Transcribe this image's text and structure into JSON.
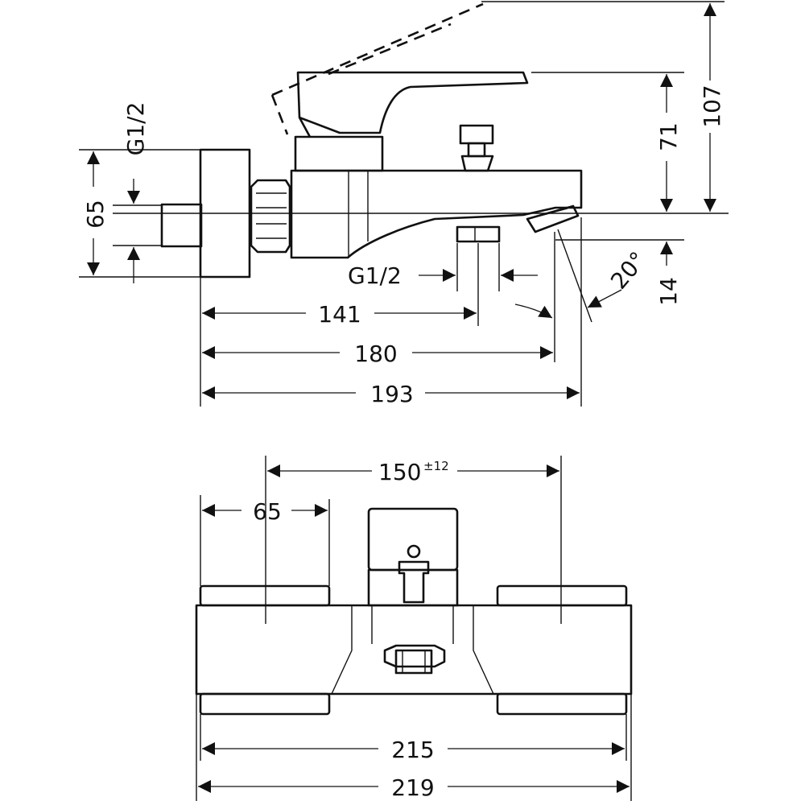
{
  "side_view": {
    "dim_65": "65",
    "thread_inlet": "G1/2",
    "thread_outlet": "G1/2",
    "dim_141": "141",
    "dim_180": "180",
    "dim_193": "193",
    "dim_71": "71",
    "dim_107": "107",
    "dim_14": "14",
    "angle": "20°"
  },
  "top_view": {
    "dim_150": "150",
    "dim_150_tol": "±12",
    "dim_65": "65",
    "dim_215": "215",
    "dim_219": "219"
  }
}
